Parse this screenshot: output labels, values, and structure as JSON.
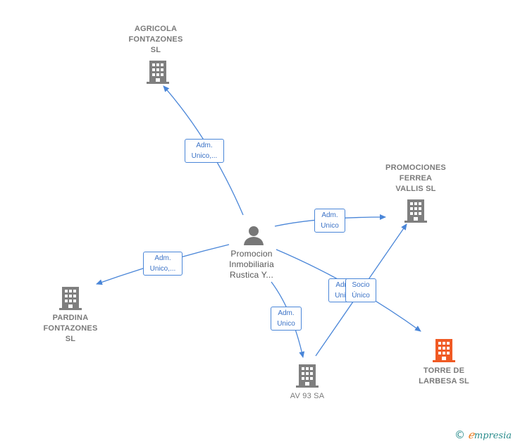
{
  "colors": {
    "edge": "#4a86d8",
    "building": "#7f7f7f",
    "building_focus": "#f05a24",
    "person": "#777777",
    "label": "#7a7a7a"
  },
  "nodes": {
    "person": {
      "label": "Promocion\nInmobiliaria\nRustica Y...",
      "icon": "person-icon"
    },
    "agricola": {
      "label": "AGRICOLA\nFONTAZONES\nSL",
      "icon": "building-icon"
    },
    "promociones": {
      "label": "PROMOCIONES\nFERREA\nVALLIS  SL",
      "icon": "building-icon"
    },
    "pardina": {
      "label": "PARDINA\nFONTAZONES\nSL",
      "icon": "building-icon"
    },
    "av93": {
      "label": "AV 93 SA",
      "icon": "building-icon"
    },
    "torre": {
      "label": "TORRE DE\nLARBESA  SL",
      "icon": "building-icon",
      "highlighted": true
    }
  },
  "edges": {
    "agricola": "Adm.\nUnico,...",
    "promociones": "Adm.\nUnico",
    "pardina": "Adm.\nUnico,...",
    "av93": "Adm.\nUnico",
    "torre_hidden": "Adm.\nUnico",
    "av93_socio": "Socio\nÚnico"
  },
  "footer": {
    "copyright": "©",
    "brand_first": "ℯ",
    "brand_rest": "mpresia"
  }
}
